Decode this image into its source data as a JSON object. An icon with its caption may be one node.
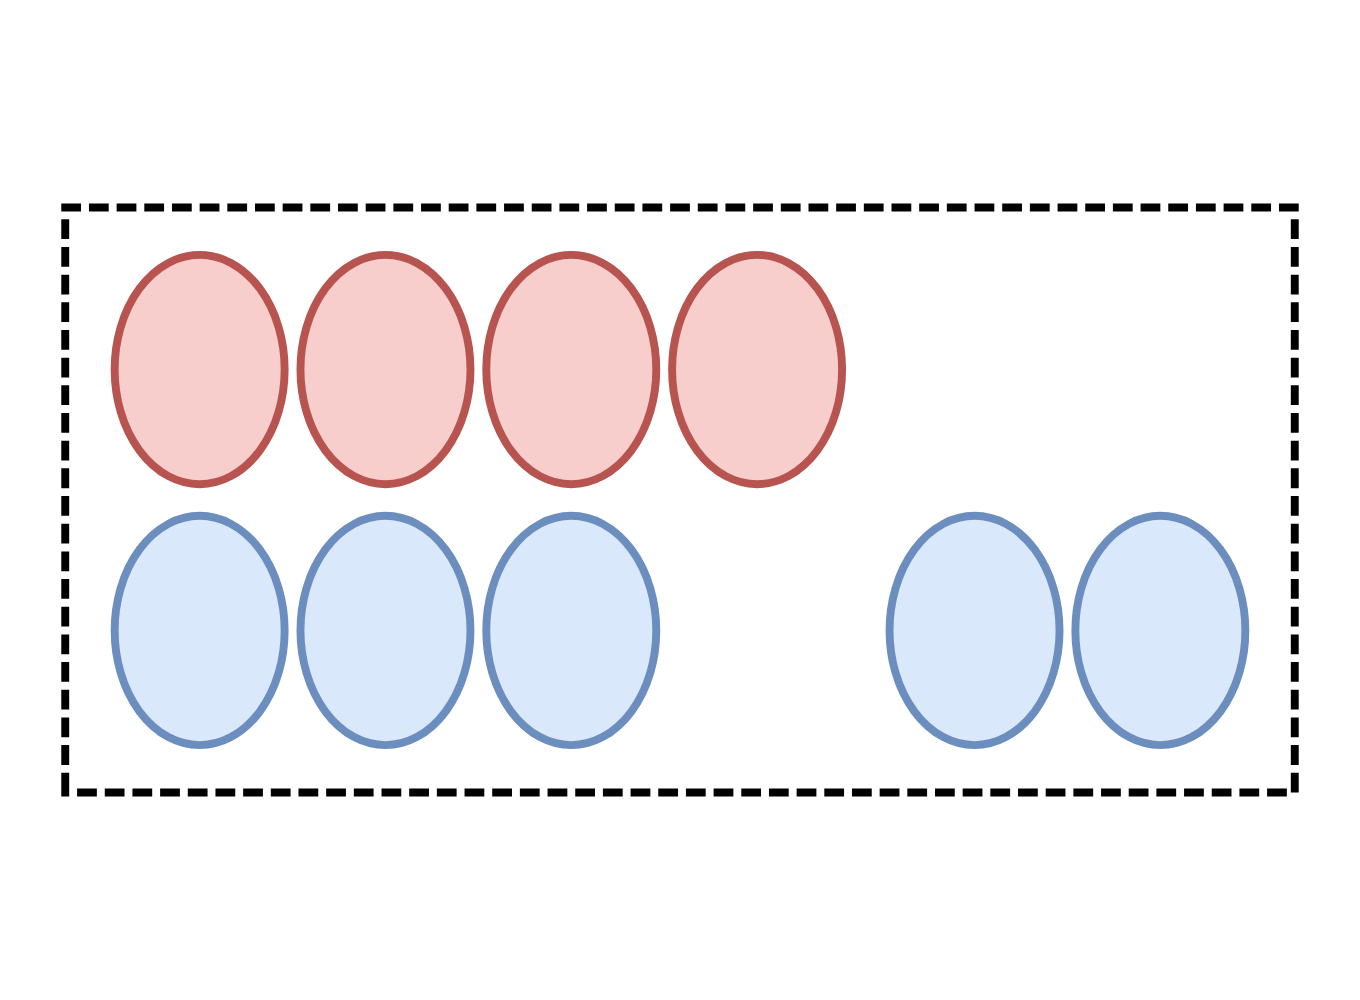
{
  "diagram": {
    "nodes": [
      {
        "text": [],
        "shape": "box"
      },
      {
        "text": [],
        "shape": "oval",
        "in": 0
      },
      {
        "text": [],
        "shape": "oval",
        "in": 0
      },
      {
        "text": [],
        "shape": "oval",
        "in": 0
      },
      {
        "text": [],
        "shape": "oval",
        "in": 0
      },
      {
        "text": [],
        "shape": "oval",
        "in": 0
      },
      {
        "text": [],
        "shape": "oval",
        "in": 0
      },
      {
        "text": [],
        "shape": "oval",
        "in": 0
      },
      {
        "text": [],
        "shape": "oval",
        "in": 0
      },
      {
        "text": [],
        "shape": "oval",
        "in": 0
      }
    ]
  }
}
